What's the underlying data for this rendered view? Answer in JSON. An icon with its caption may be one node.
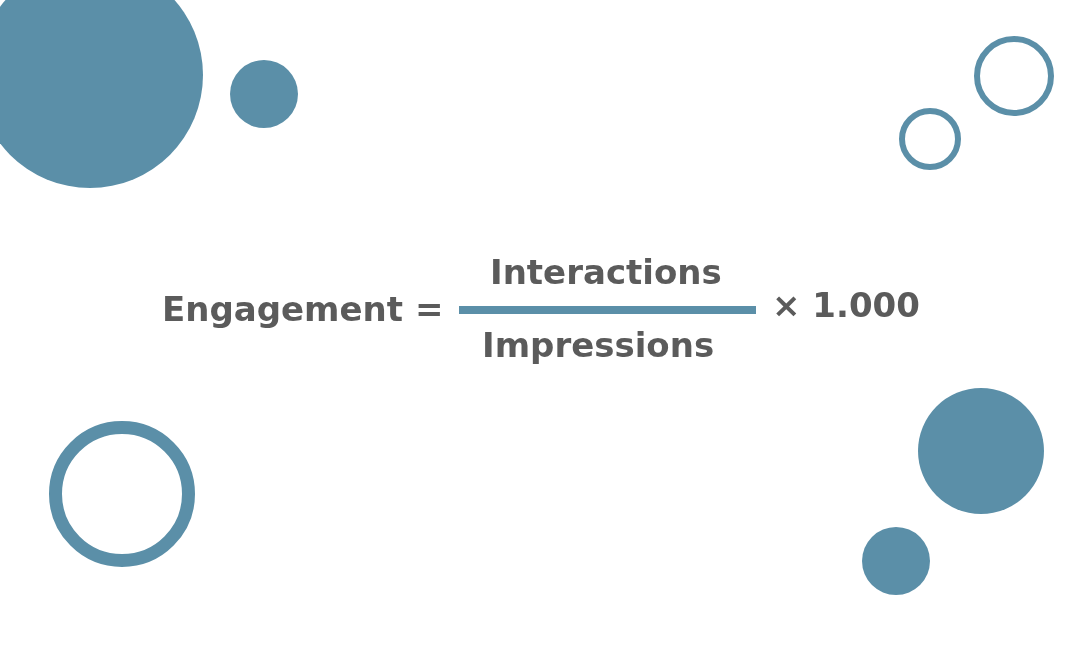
{
  "diagram": {
    "labels": [
      "Engagement =",
      "Interactions",
      "Impressions",
      "× 1.000"
    ]
  }
}
